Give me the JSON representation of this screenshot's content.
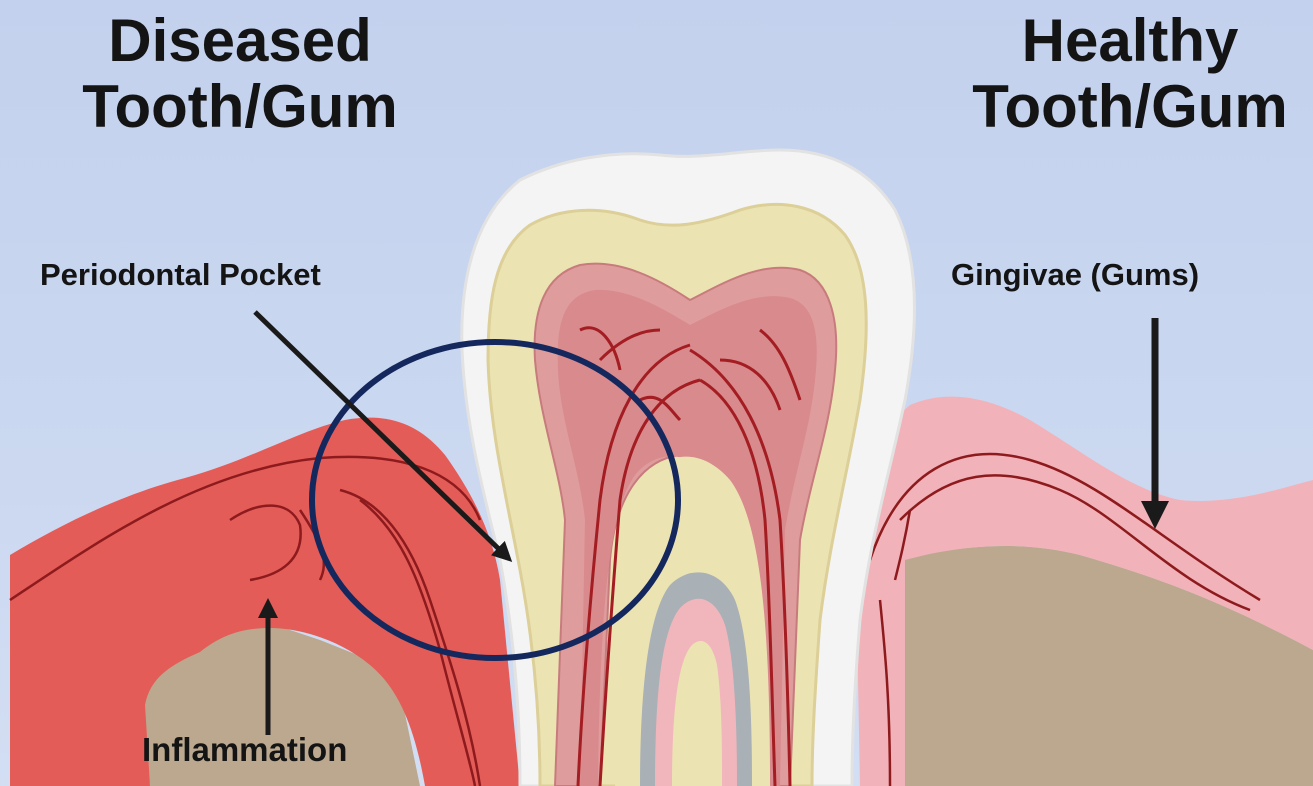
{
  "titles": {
    "diseased": {
      "line1": "Diseased",
      "line2": "Tooth/Gum"
    },
    "healthy": {
      "line1": "Healthy",
      "line2": "Tooth/Gum"
    }
  },
  "labels": {
    "periodontal_pocket": "Periodontal Pocket",
    "gingivae": "Gingivae (Gums)",
    "inflammation": "Inflammation"
  },
  "colors": {
    "background": "#c5d3ee",
    "inflamed_gum": "#e45c57",
    "healthy_gum": "#f2b2b9",
    "bone": "#bba88e",
    "enamel": "#f4f4f4",
    "dentin": "#ece3b3",
    "pulp": "#d98a8d",
    "vessels": "#a31d22",
    "highlight_circle": "#15285e"
  },
  "icons": [
    "arrow-icon",
    "highlight-circle"
  ]
}
